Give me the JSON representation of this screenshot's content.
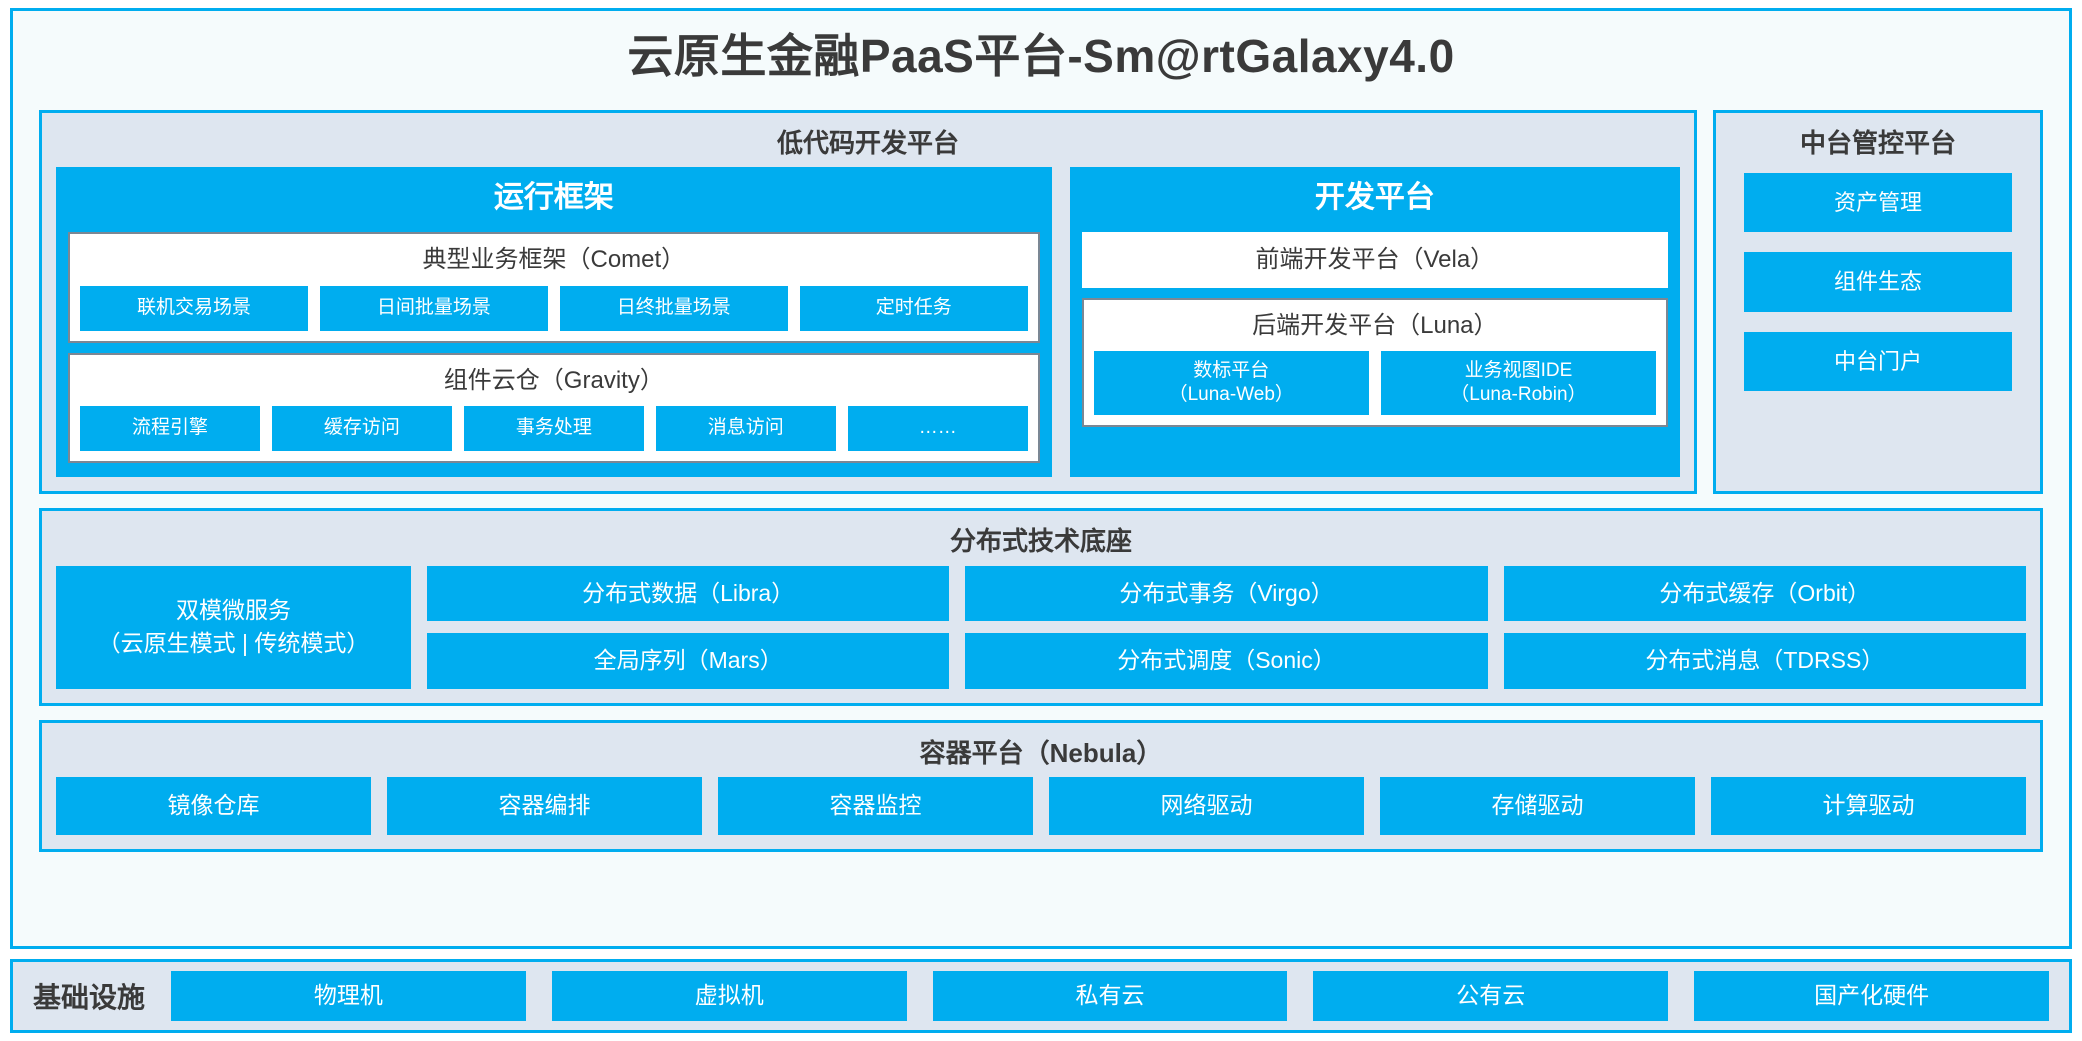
{
  "title": "云原生金融PaaS平台-Sm@rtGalaxy4.0",
  "colors": {
    "accent": "#00ADEF",
    "panel_background": "#DEE6F0",
    "page_background": "#F5FBFC",
    "inner_box_border": "#7B8794",
    "text": "#3A3A3A"
  },
  "lowcode": {
    "title": "低代码开发平台",
    "runtime": {
      "title": "运行框架",
      "comet": {
        "title": "典型业务框架（Comet）",
        "items": [
          "联机交易场景",
          "日间批量场景",
          "日终批量场景",
          "定时任务"
        ]
      },
      "gravity": {
        "title": "组件云仓（Gravity）",
        "items": [
          "流程引擎",
          "缓存访问",
          "事务处理",
          "消息访问",
          "……"
        ]
      }
    },
    "devplatform": {
      "title": "开发平台",
      "frontend": "前端开发平台（Vela）",
      "backend": {
        "title": "后端开发平台（Luna）",
        "items": [
          {
            "name": "数标平台",
            "code": "（Luna-Web）"
          },
          {
            "name": "业务视图IDE",
            "code": "（Luna-Robin）"
          }
        ]
      }
    }
  },
  "console": {
    "title": "中台管控平台",
    "items": [
      "资产管理",
      "组件生态",
      "中台门户"
    ]
  },
  "distributed": {
    "title": "分布式技术底座",
    "microservice": {
      "line1": "双模微服务",
      "line2": "（云原生模式 | 传统模式）"
    },
    "columns": [
      [
        "分布式数据（Libra）",
        "全局序列（Mars）"
      ],
      [
        "分布式事务（Virgo）",
        "分布式调度（Sonic）"
      ],
      [
        "分布式缓存（Orbit）",
        "分布式消息（TDRSS）"
      ]
    ]
  },
  "container": {
    "title": "容器平台（Nebula）",
    "items": [
      "镜像仓库",
      "容器编排",
      "容器监控",
      "网络驱动",
      "存储驱动",
      "计算驱动"
    ]
  },
  "infrastructure": {
    "label": "基础设施",
    "items": [
      "物理机",
      "虚拟机",
      "私有云",
      "公有云",
      "国产化硬件"
    ]
  }
}
